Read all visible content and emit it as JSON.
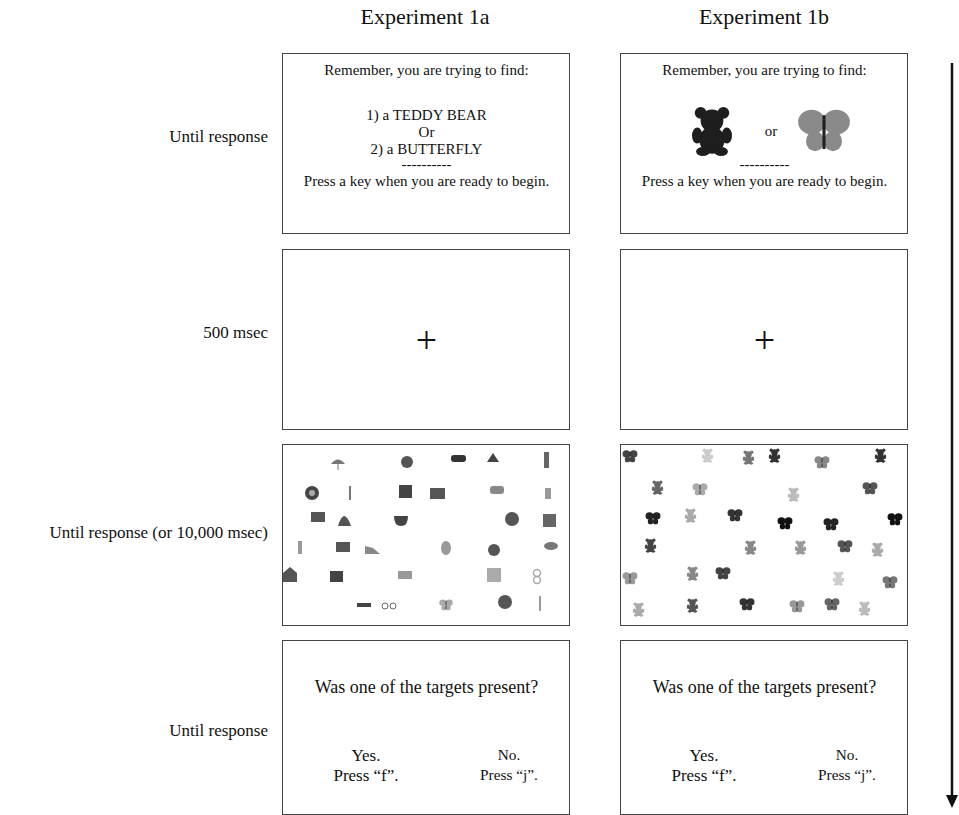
{
  "diagram": {
    "nodes": [
      {
        "text": [
          "Remember, you are trying to find:",
          "1) a TEDDY BEAR",
          "Or",
          "2) a BUTTERFLY",
          "----------",
          "Press a key when you are ready to begin."
        ]
      },
      {
        "text": [
          "Remember, you are trying to find:",
          "or",
          "----------",
          "Press a key when you are ready to begin."
        ]
      },
      {
        "text": [
          "+"
        ]
      },
      {
        "text": [
          "+"
        ]
      },
      {
        "text": [
          "Was one of the targets present?",
          "Yes.",
          "Press “f”.",
          "No.",
          "Press “j”."
        ]
      },
      {
        "text": [
          "Was one of the targets present?",
          "Yes.",
          "Press “f”.",
          "No.",
          "Press “j”."
        ]
      }
    ],
    "edges": [],
    "labels": [
      "Experiment 1a",
      "Experiment 1b",
      "Until response",
      "500 msec",
      "Until response (or 10,000 msec)",
      "Until response"
    ]
  }
}
